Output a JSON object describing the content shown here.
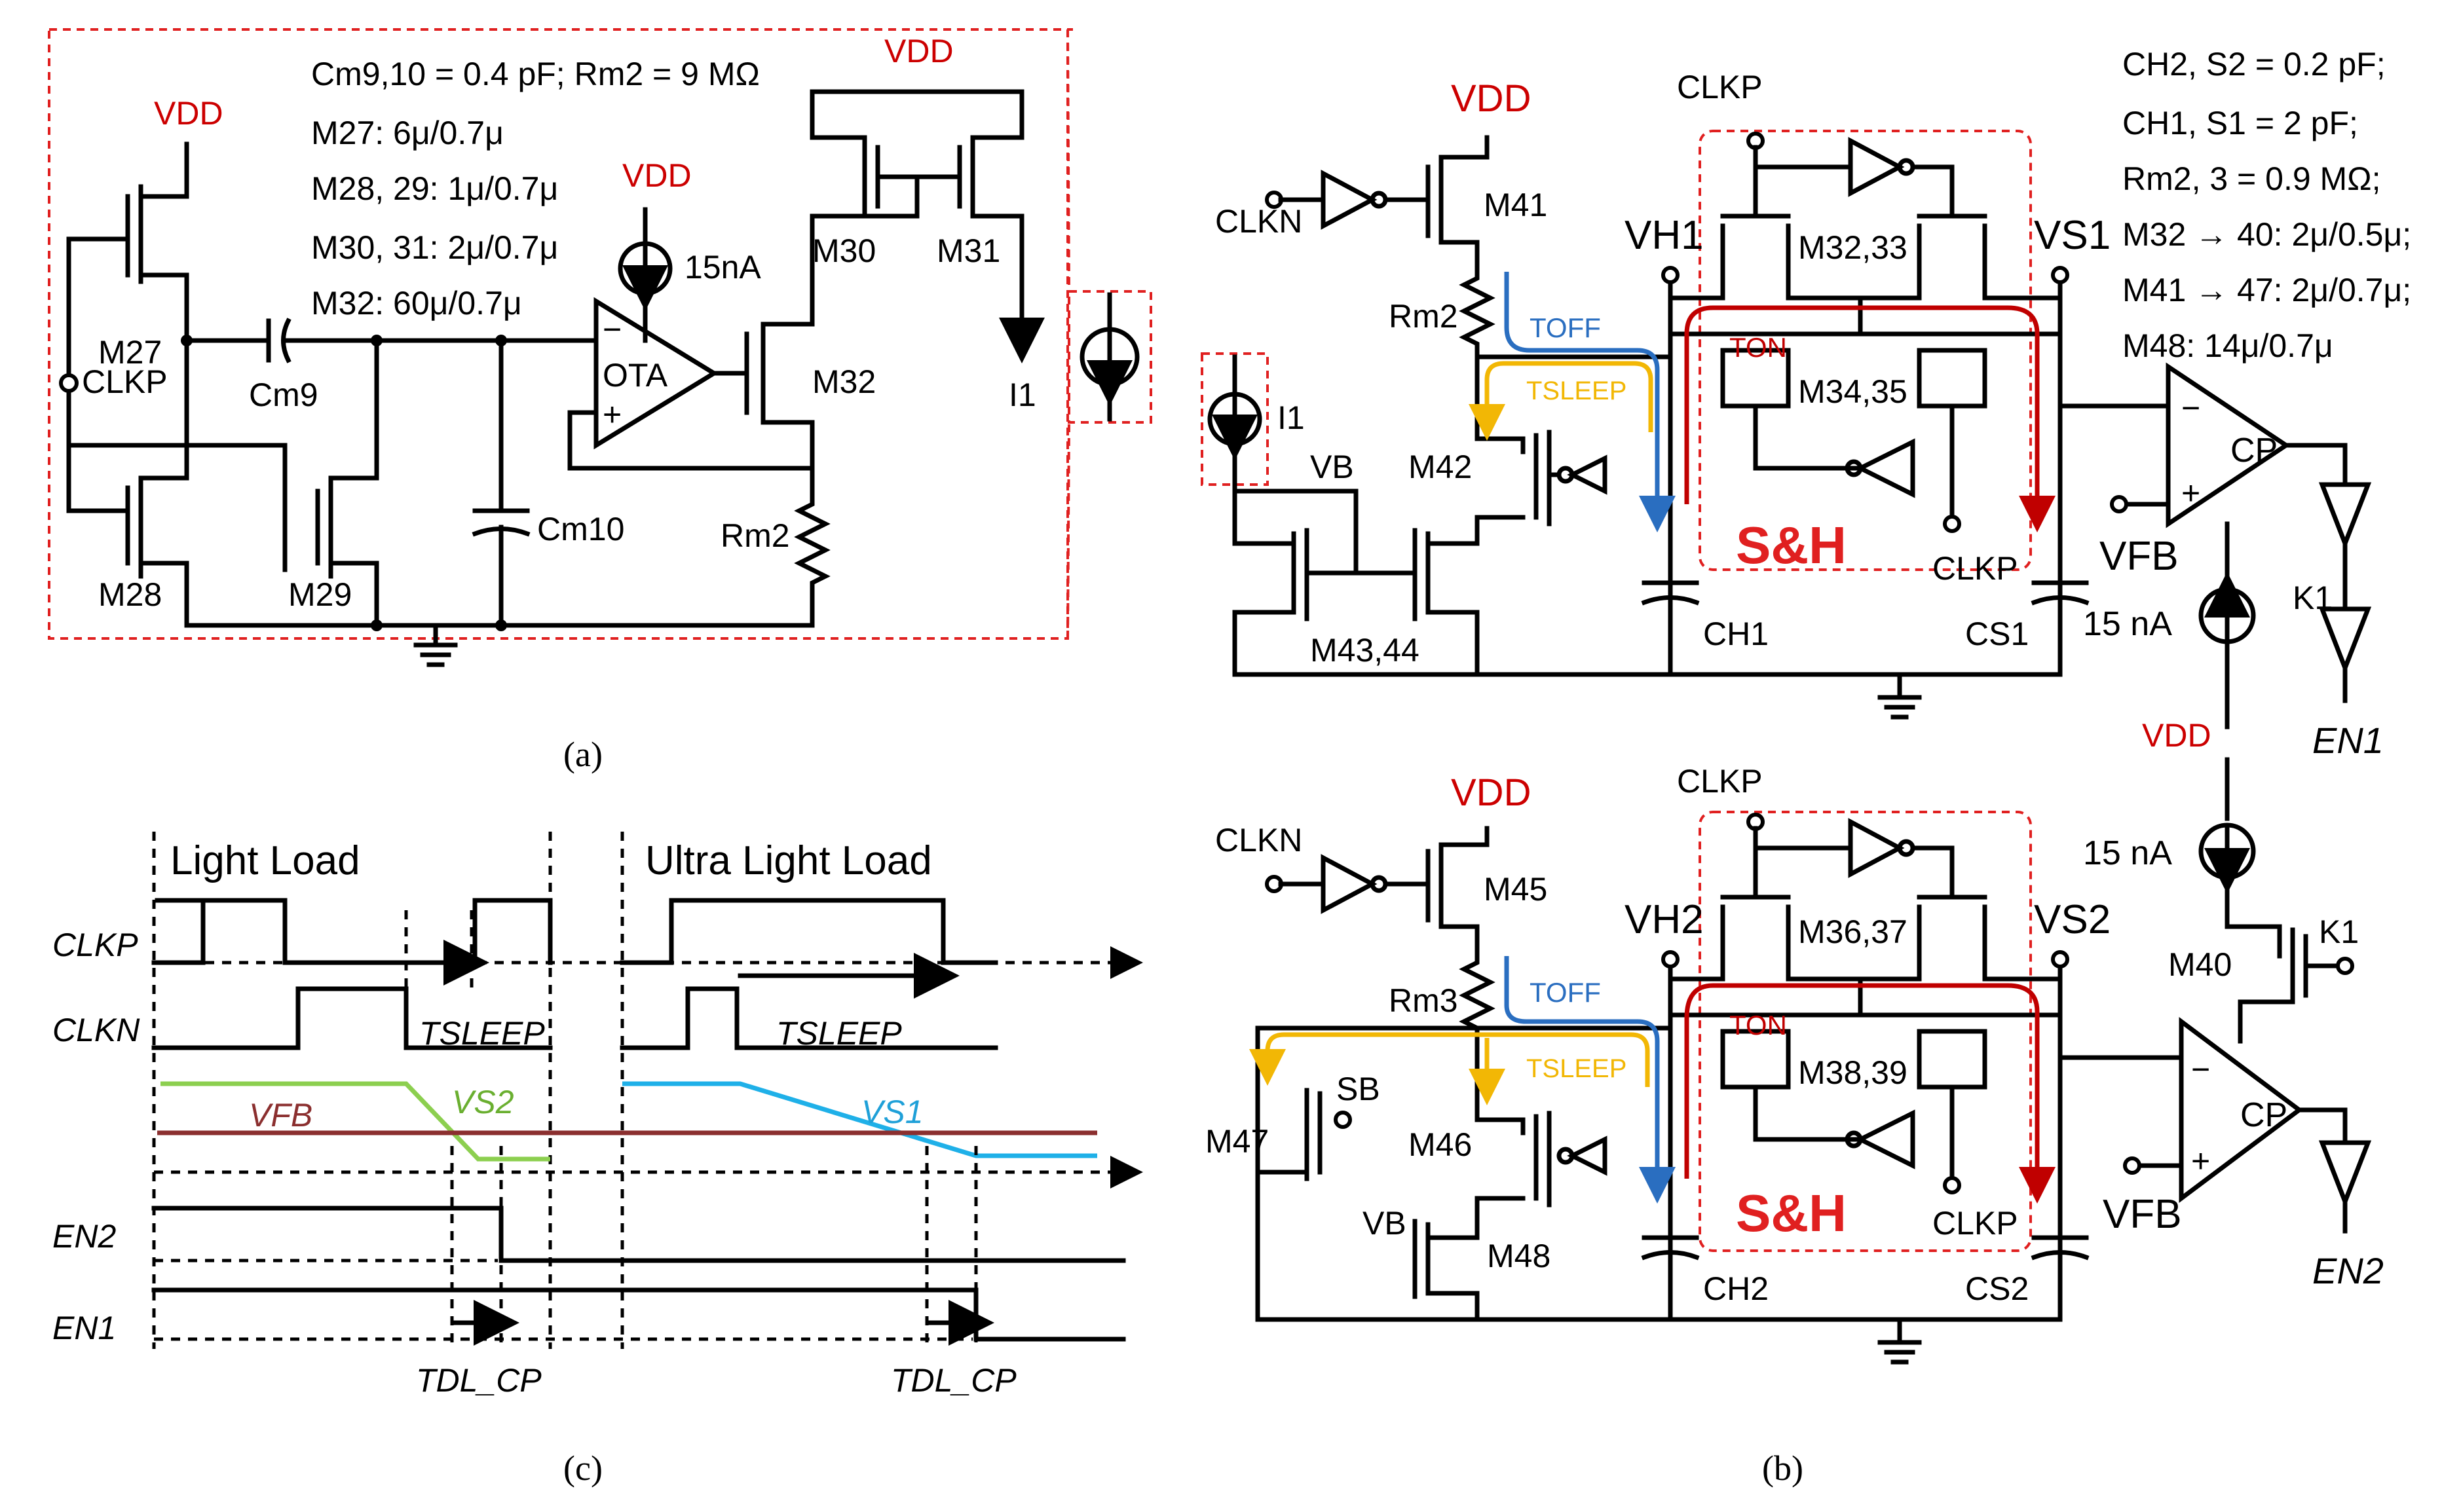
{
  "panel_a": {
    "caption": "(a)",
    "params": [
      "Cm9,10 = 0.4 pF; Rm2 = 9 MΩ",
      "M27: 6μ/0.7μ",
      "M28, 29: 1μ/0.7μ",
      "M30, 31: 2μ/0.7μ",
      "M32: 60μ/0.7μ"
    ],
    "labels": {
      "vdd": "VDD",
      "m27": "M27",
      "m28": "M28",
      "m29": "M29",
      "m30": "M30",
      "m31": "M31",
      "m32": "M32",
      "clkp": "CLKP",
      "cm9": "Cm9",
      "cm10": "Cm10",
      "rm2": "Rm2",
      "ota": "OTA",
      "i15": "15nA",
      "i1": "I1",
      "minus": "−",
      "plus": "+"
    }
  },
  "panel_b": {
    "caption": "(b)",
    "params": [
      "CH2, S2 = 0.2 pF;",
      "CH1, S1 = 2 pF;",
      "Rm2, 3 = 0.9 MΩ;",
      "M32 → 40: 2μ/0.5μ;",
      "M41 → 47: 2μ/0.7μ;",
      "M48: 14μ/0.7μ"
    ],
    "top": {
      "vdd": "VDD",
      "clkn": "CLKN",
      "clkp_top": "CLKP",
      "clkp_bot": "CLKP",
      "m41": "M41",
      "rm2": "Rm2",
      "toff": "TOFF",
      "tsleep": "TSLEEP",
      "ton": "TON",
      "vh1": "VH1",
      "vs1": "VS1",
      "m3233": "M32,33",
      "m3435": "M34,35",
      "i1": "I1",
      "vb": "VB",
      "m42": "M42",
      "m4344": "M43,44",
      "sh": "S&H",
      "ch1": "CH1",
      "cs1": "CS1",
      "cp": "CP",
      "vfb": "VFB",
      "k1": "K1",
      "en1": "EN1",
      "i15": "15 nA"
    },
    "bottom": {
      "vdd": "VDD",
      "clkn": "CLKN",
      "clkp_top": "CLKP",
      "clkp_bot": "CLKP",
      "m45": "M45",
      "rm3": "Rm3",
      "toff": "TOFF",
      "tsleep": "TSLEEP",
      "ton": "TON",
      "vh2": "VH2",
      "vs2": "VS2",
      "m3637": "M36,37",
      "m3839": "M38,39",
      "m47": "M47",
      "sb": "SB",
      "m46": "M46",
      "vb": "VB",
      "m48": "M48",
      "sh": "S&H",
      "ch2": "CH2",
      "cs2": "CS2",
      "cp": "CP",
      "vfb": "VFB",
      "m40": "M40",
      "k1": "K1",
      "en2": "EN2",
      "i15": "15 nA",
      "vdd_mid": "VDD"
    }
  },
  "panel_c": {
    "caption": "(c)",
    "headers": [
      "Light Load",
      "Ultra Light Load"
    ],
    "signals": [
      "CLKP",
      "CLKN",
      "EN2",
      "EN1"
    ],
    "vfb": "VFB",
    "vs2": "VS2",
    "vs1": "VS1",
    "tsleep": "TSLEEP",
    "tdl": "TDL_CP",
    "colors": {
      "vfb": "#8b2f2f",
      "vs2": "#8ccf4f",
      "vs1": "#1fb0e8"
    }
  },
  "colors": {
    "vdd": "#cc0000",
    "toff": "#2a6ec0",
    "tsleep": "#f2b705",
    "ton": "#c00000",
    "sh_box": "#e02020"
  }
}
